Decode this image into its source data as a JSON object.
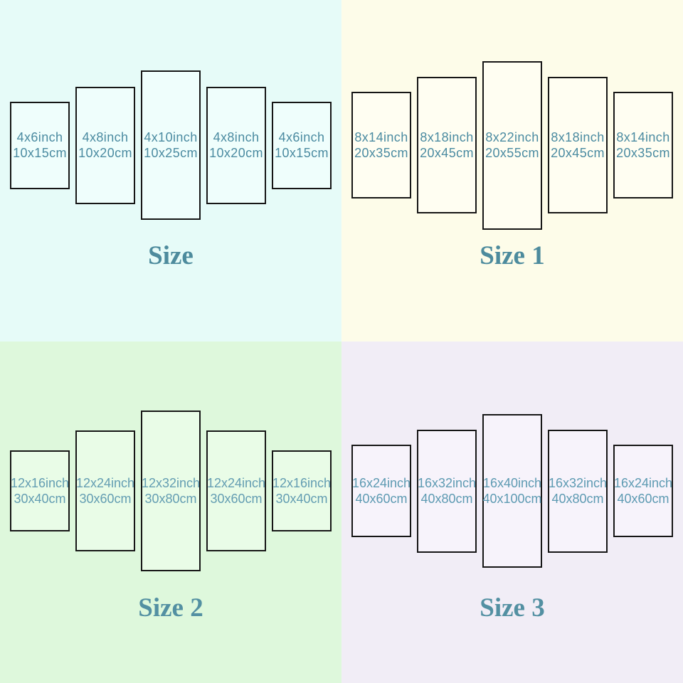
{
  "page": {
    "description": "Canvas wall art 5-panel size chart with four size options",
    "border_color": "#161616"
  },
  "quadrants": [
    {
      "id": "size",
      "title": "Size",
      "background_color": "#e6fbf8",
      "panel_fill_color": "#effefc",
      "label_color": "#4b8ba1",
      "title_color": "#4d8b9d",
      "panels": [
        {
          "line1": "4x6inch",
          "line2": "10x15cm"
        },
        {
          "line1": "4x8inch",
          "line2": "10x20cm"
        },
        {
          "line1": "4x10inch",
          "line2": "10x25cm"
        },
        {
          "line1": "4x8inch",
          "line2": "10x20cm"
        },
        {
          "line1": "4x6inch",
          "line2": "10x15cm"
        }
      ]
    },
    {
      "id": "size-1",
      "title": "Size 1",
      "background_color": "#fdfce9",
      "panel_fill_color": "#fffef2",
      "label_color": "#4b8ba1",
      "title_color": "#4d8b9d",
      "panels": [
        {
          "line1": "8x14inch",
          "line2": "20x35cm"
        },
        {
          "line1": "8x18inch",
          "line2": "20x45cm"
        },
        {
          "line1": "8x22inch",
          "line2": "20x55cm"
        },
        {
          "line1": "8x18inch",
          "line2": "20x45cm"
        },
        {
          "line1": "8x14inch",
          "line2": "20x35cm"
        }
      ]
    },
    {
      "id": "size-2",
      "title": "Size 2",
      "background_color": "#def8dc",
      "panel_fill_color": "#e9fce7",
      "label_color": "#639db2",
      "title_color": "#5390a2",
      "panels": [
        {
          "line1": "12x16inch",
          "line2": "30x40cm"
        },
        {
          "line1": "12x24inch",
          "line2": "30x60cm"
        },
        {
          "line1": "12x32inch",
          "line2": "30x80cm"
        },
        {
          "line1": "12x24inch",
          "line2": "30x60cm"
        },
        {
          "line1": "12x16inch",
          "line2": "30x40cm"
        }
      ]
    },
    {
      "id": "size-3",
      "title": "Size 3",
      "background_color": "#f1edf6",
      "panel_fill_color": "#f7f3fb",
      "label_color": "#5d9ab2",
      "title_color": "#5390a2",
      "panels": [
        {
          "line1": "16x24inch",
          "line2": "40x60cm"
        },
        {
          "line1": "16x32inch",
          "line2": "40x80cm"
        },
        {
          "line1": "16x40inch",
          "line2": "40x100cm"
        },
        {
          "line1": "16x32inch",
          "line2": "40x80cm"
        },
        {
          "line1": "16x24inch",
          "line2": "40x60cm"
        }
      ]
    }
  ]
}
